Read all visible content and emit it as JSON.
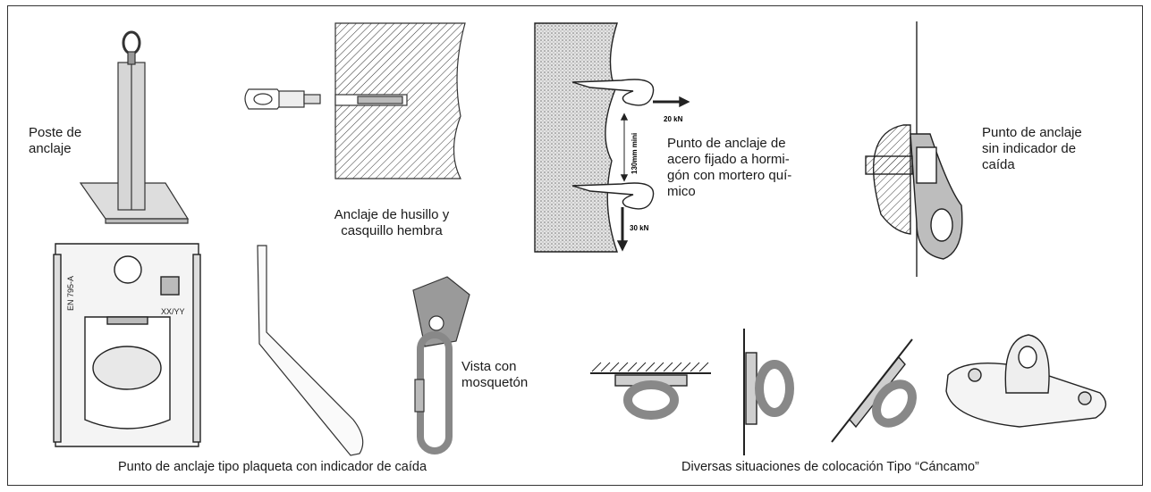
{
  "labels": {
    "poste": [
      "Poste de",
      "anclaje"
    ],
    "husillo": [
      "Anclaje de husillo y",
      "casquillo hembra"
    ],
    "acero": [
      "Punto de anclaje de",
      "acero fijado a hormi-",
      "gón con mortero quí-",
      "mico"
    ],
    "sin_indicador": [
      "Punto de anclaje",
      "sin indicador de",
      "caída"
    ],
    "mosqueton": [
      "Vista con",
      "mosquetón"
    ]
  },
  "captions": {
    "plaqueta": "Punto de anclaje tipo plaqueta con indicador de caída",
    "cancamo": "Diversas situaciones de colocación Tipo “Cáncamo”"
  },
  "dimensions": {
    "force_horizontal": "20 kN",
    "force_vertical": "30 kN",
    "spacing": "130mm mini"
  },
  "plate_marks": {
    "norm": "EN 795-A",
    "date": "XX/YY"
  },
  "colors": {
    "line": "#222222",
    "grey_fill": "#9a9a9a",
    "light_grey": "#cfcfcf",
    "concrete": "#d9d9d9"
  }
}
